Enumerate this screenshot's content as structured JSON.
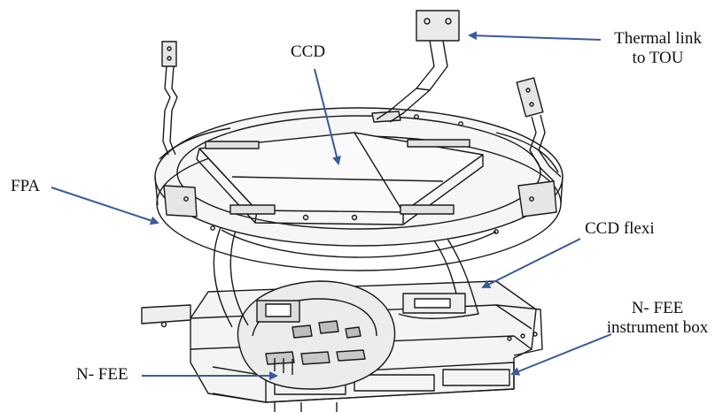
{
  "labels": {
    "thermal_link_line1": "Thermal link",
    "thermal_link_line2": "to TOU",
    "ccd": "CCD",
    "fpa": "FPA",
    "ccd_flexi": "CCD flexi",
    "nfee_box_line1": "N- FEE",
    "nfee_box_line2": "instrument box",
    "nfee": "N- FEE"
  },
  "colors": {
    "arrow": "#3a5a9a",
    "line": "#1a1a1a",
    "plate_fill": "#f2f2f2",
    "board_fill": "#e8e8e8"
  }
}
